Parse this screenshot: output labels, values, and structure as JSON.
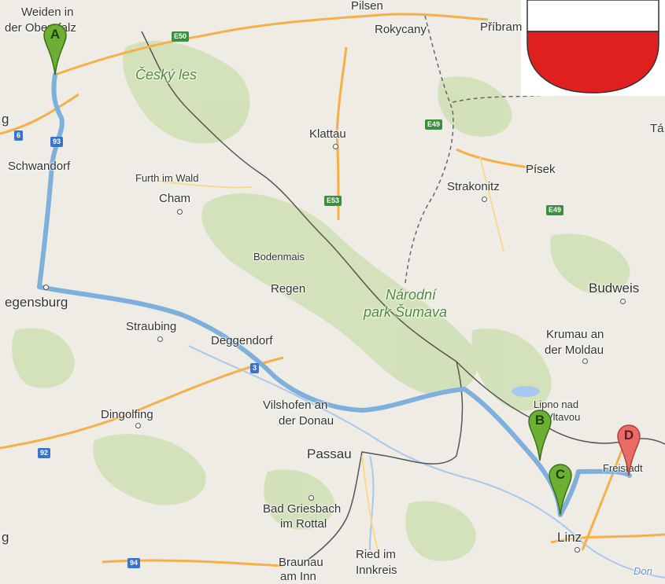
{
  "map": {
    "markers": [
      {
        "label": "A",
        "color": "#6cb033"
      },
      {
        "label": "B",
        "color": "#6cb033"
      },
      {
        "label": "C",
        "color": "#6cb033"
      },
      {
        "label": "D",
        "color": "#e96a67"
      }
    ],
    "route_color": "#7fb0dc",
    "places": {
      "weiden": "Weiden in",
      "weiden2": "der Oberpfalz",
      "pilsen": "Pilsen",
      "rokycany": "Rokycany",
      "pribram": "Příbram",
      "cesky_les": "Český les",
      "klattau": "Klattau",
      "schwandorf": "Schwandorf",
      "furth": "Furth im Wald",
      "cham": "Cham",
      "strakonitz": "Strakonitz",
      "pisek": "Písek",
      "ta": "Tá",
      "bodenmais": "Bodenmais",
      "regen": "Regen",
      "budweis": "Budweis",
      "regensburg": "egensburg",
      "narodni": "Národní",
      "sumava": "park Šumava",
      "straubing": "Straubing",
      "deggendorf": "Deggendorf",
      "krumau": "Krumau an",
      "krumau2": "der Moldau",
      "lipno": "Lipno nad",
      "lipno2": "Vltavou",
      "dingolfing": "Dingolfing",
      "vilshofen": "Vilshofen an",
      "vilshofen2": "der Donau",
      "passau": "Passau",
      "freistadt": "Freistadt",
      "griesbach": "Bad Griesbach",
      "griesbach2": "im Rottal",
      "linz": "Linz",
      "braunau": "Braunau",
      "braunau2": "am Inn",
      "ried": "Ried im",
      "ried2": "Innkreis",
      "left_g": "g",
      "left_g2": "g",
      "don": "Don"
    },
    "road_badges": {
      "e50": "E50",
      "e49a": "E49",
      "e53": "E53",
      "e49b": "E49",
      "a6": "6",
      "a93": "93",
      "a3": "3",
      "a92": "92",
      "a94": "94"
    }
  },
  "flag": {
    "top_color": "#ffffff",
    "bottom_color": "#e0201f"
  }
}
